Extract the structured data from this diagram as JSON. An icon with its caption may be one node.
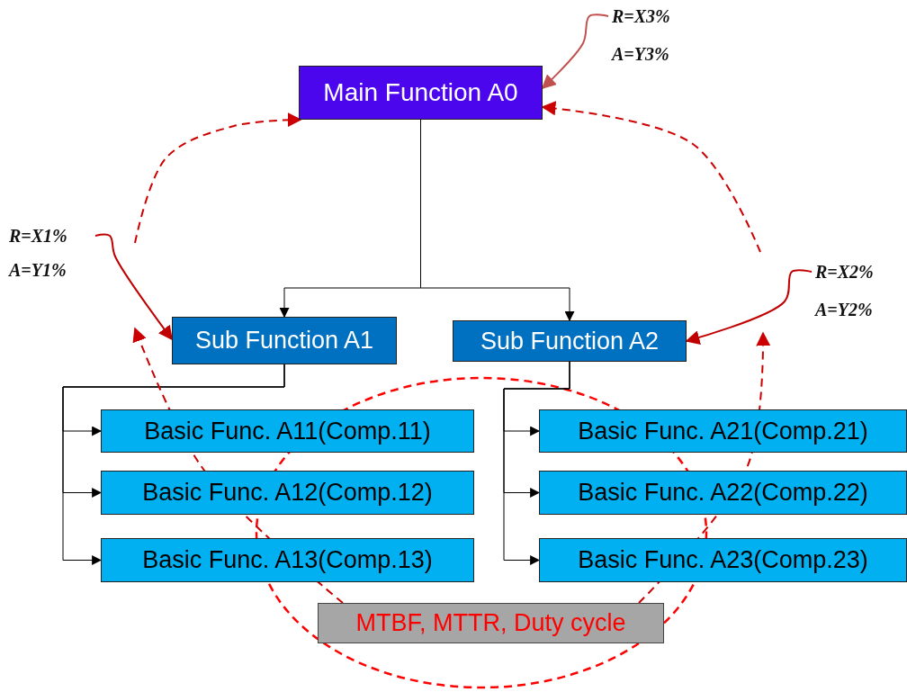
{
  "diagram": {
    "nodes": [
      {
        "text": [
          "Main Function A0"
        ]
      },
      {
        "text": [
          "Sub Function A1"
        ]
      },
      {
        "text": [
          "Sub Function A2"
        ]
      },
      {
        "text": [
          "Basic Func. A11(Comp.11)"
        ]
      },
      {
        "text": [
          "Basic Func. A12(Comp.12)"
        ]
      },
      {
        "text": [
          "Basic Func. A13(Comp.13)"
        ]
      },
      {
        "text": [
          "Basic Func. A21(Comp.21)"
        ]
      },
      {
        "text": [
          "Basic Func. A22(Comp.22)"
        ]
      },
      {
        "text": [
          "Basic Func. A23(Comp.23)"
        ]
      },
      {
        "text": [
          "MTBF, MTTR, Duty cycle"
        ]
      },
      {
        "text": [
          "R=X1%",
          "A=Y1%"
        ]
      },
      {
        "text": [
          "R=X2%",
          "A=Y2%"
        ]
      },
      {
        "text": [
          "R=X3%",
          "A=Y3%"
        ]
      }
    ],
    "edges": [
      {
        "from": 0,
        "to": 1,
        "arrow": "to"
      },
      {
        "from": 0,
        "to": 2,
        "arrow": "to"
      },
      {
        "from": 1,
        "to": 3,
        "arrow": "to"
      },
      {
        "from": 1,
        "to": 4,
        "arrow": "to"
      },
      {
        "from": 1,
        "to": 5,
        "arrow": "to"
      },
      {
        "from": 2,
        "to": 6,
        "arrow": "to"
      },
      {
        "from": 2,
        "to": 7,
        "arrow": "to"
      },
      {
        "from": 2,
        "to": 8,
        "arrow": "to"
      },
      {
        "from": 10,
        "to": 1,
        "arrow": "to",
        "color": "#c00000"
      },
      {
        "from": 11,
        "to": 2,
        "arrow": "to",
        "color": "#c00000"
      },
      {
        "from": 12,
        "to": 0,
        "arrow": "to",
        "color": "#c0504d"
      },
      {
        "from": null,
        "to": 0,
        "arrow": "to",
        "style": "dashed",
        "color": "#cc0000"
      },
      {
        "from": null,
        "to": 0,
        "arrow": "to",
        "style": "dashed",
        "color": "#cc0000"
      },
      {
        "from": 9,
        "to": null,
        "arrow": "to",
        "style": "dashed",
        "color": "#cc0000"
      },
      {
        "from": 9,
        "to": null,
        "arrow": "to",
        "style": "dashed",
        "color": "#cc0000"
      }
    ]
  }
}
